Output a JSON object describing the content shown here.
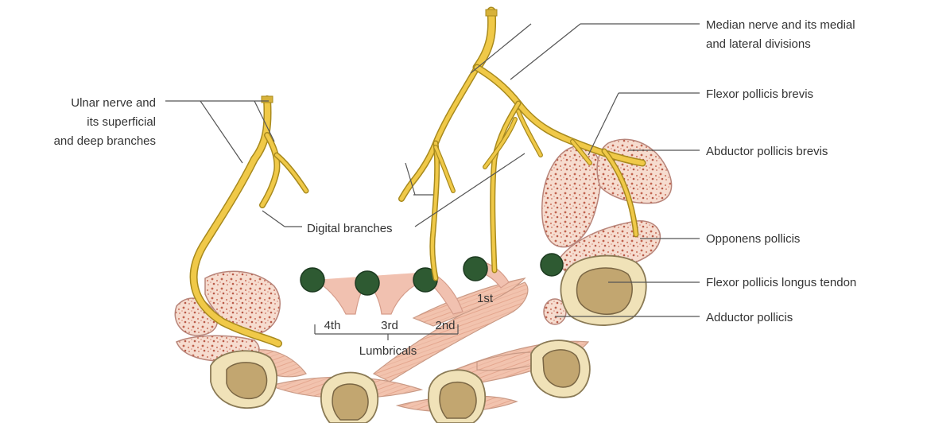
{
  "colors": {
    "nerve": "#f0c948",
    "muscle": "#f6dccf",
    "lumbrical_node": "#2e5a32",
    "tendon": "#f0e2b8"
  },
  "labels": {
    "ulnar_nerve": [
      "Ulnar nerve and",
      "its superficial",
      "and deep branches"
    ],
    "median_nerve": [
      "Median nerve and its medial",
      "and lateral divisions"
    ],
    "flexor_pollicis_brevis": "Flexor pollicis brevis",
    "abductor_pollicis_brevis": "Abductor pollicis brevis",
    "opponens_pollicis": "Opponens pollicis",
    "flexor_pollicis_longus_tendon": "Flexor pollicis longus tendon",
    "adductor_pollicis": "Adductor pollicis",
    "digital_branches": "Digital branches",
    "lumbricals": "Lumbricals",
    "lumbrical_numbers": [
      "4th",
      "3rd",
      "2nd",
      "1st"
    ]
  }
}
